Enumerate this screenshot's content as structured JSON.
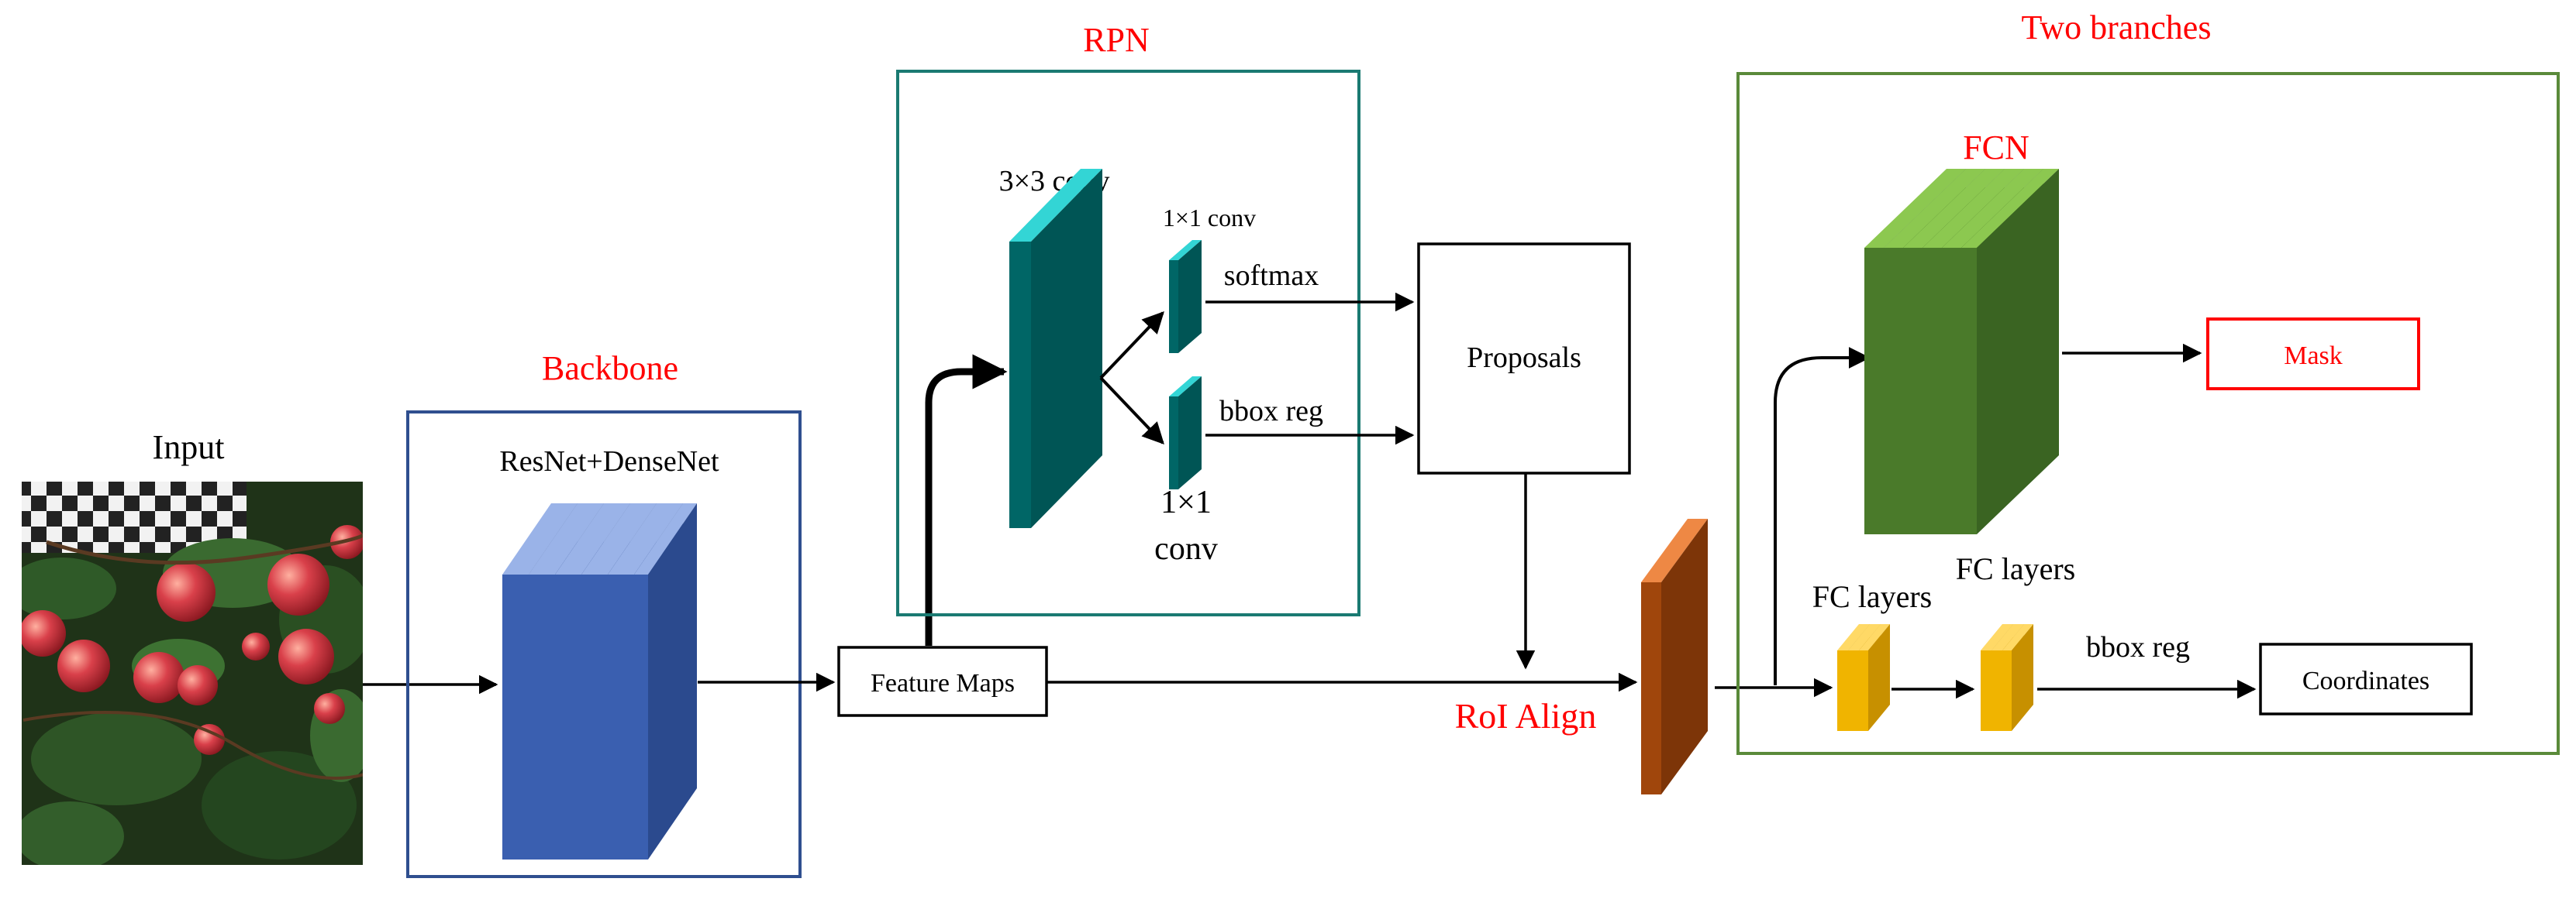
{
  "input": {
    "title": "Input"
  },
  "backbone": {
    "title": "Backbone",
    "subtitle": "ResNet+DenseNet"
  },
  "feature_maps": {
    "label": "Feature Maps"
  },
  "rpn": {
    "title": "RPN",
    "conv3": "3×3 conv",
    "conv1_top": "1×1 conv",
    "softmax": "softmax",
    "bbox_reg": "bbox reg",
    "conv1_bottom_a": "1×1",
    "conv1_bottom_b": "conv"
  },
  "proposals": {
    "label": "Proposals"
  },
  "roi_align": {
    "label": "RoI Align"
  },
  "two_branches": {
    "title": "Two branches",
    "fcn": "FCN",
    "mask": "Mask",
    "fc_layers_right": "FC layers",
    "fc_layers_left": "FC layers",
    "bbox_reg": "bbox reg",
    "coordinates": "Coordinates"
  },
  "colors": {
    "accent_red": "#ff0000",
    "backbone_box": "#2f4f8f",
    "rpn_box": "#1a7a72",
    "branches_box": "#5a8a3a",
    "blue_layer": "#3a5fb0",
    "teal_layer": "#006666",
    "green_layer": "#4a7a2a",
    "orange_layer": "#a0460c",
    "yellow_layer": "#f0b400"
  }
}
